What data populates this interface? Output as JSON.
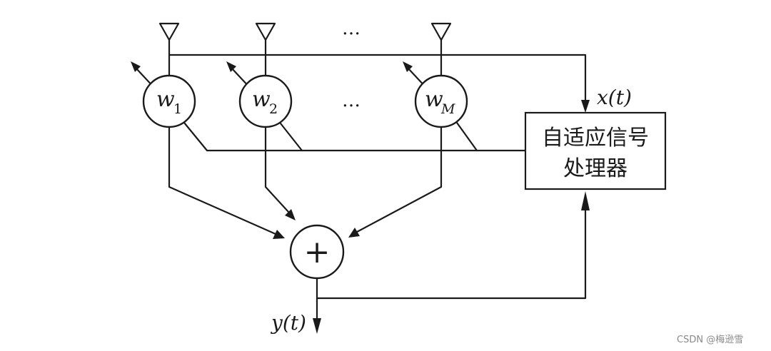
{
  "weights": [
    {
      "symbol": "w",
      "subscript": "1"
    },
    {
      "symbol": "w",
      "subscript": "2"
    },
    {
      "symbol": "w",
      "subscript": "M"
    }
  ],
  "ellipsis": "…",
  "input_label": "x(t)",
  "output_label": "y(t)",
  "adder_symbol": "+",
  "processor": {
    "line1": "自适应信号",
    "line2": "处理器"
  },
  "watermark": "CSDN @梅逊雪"
}
